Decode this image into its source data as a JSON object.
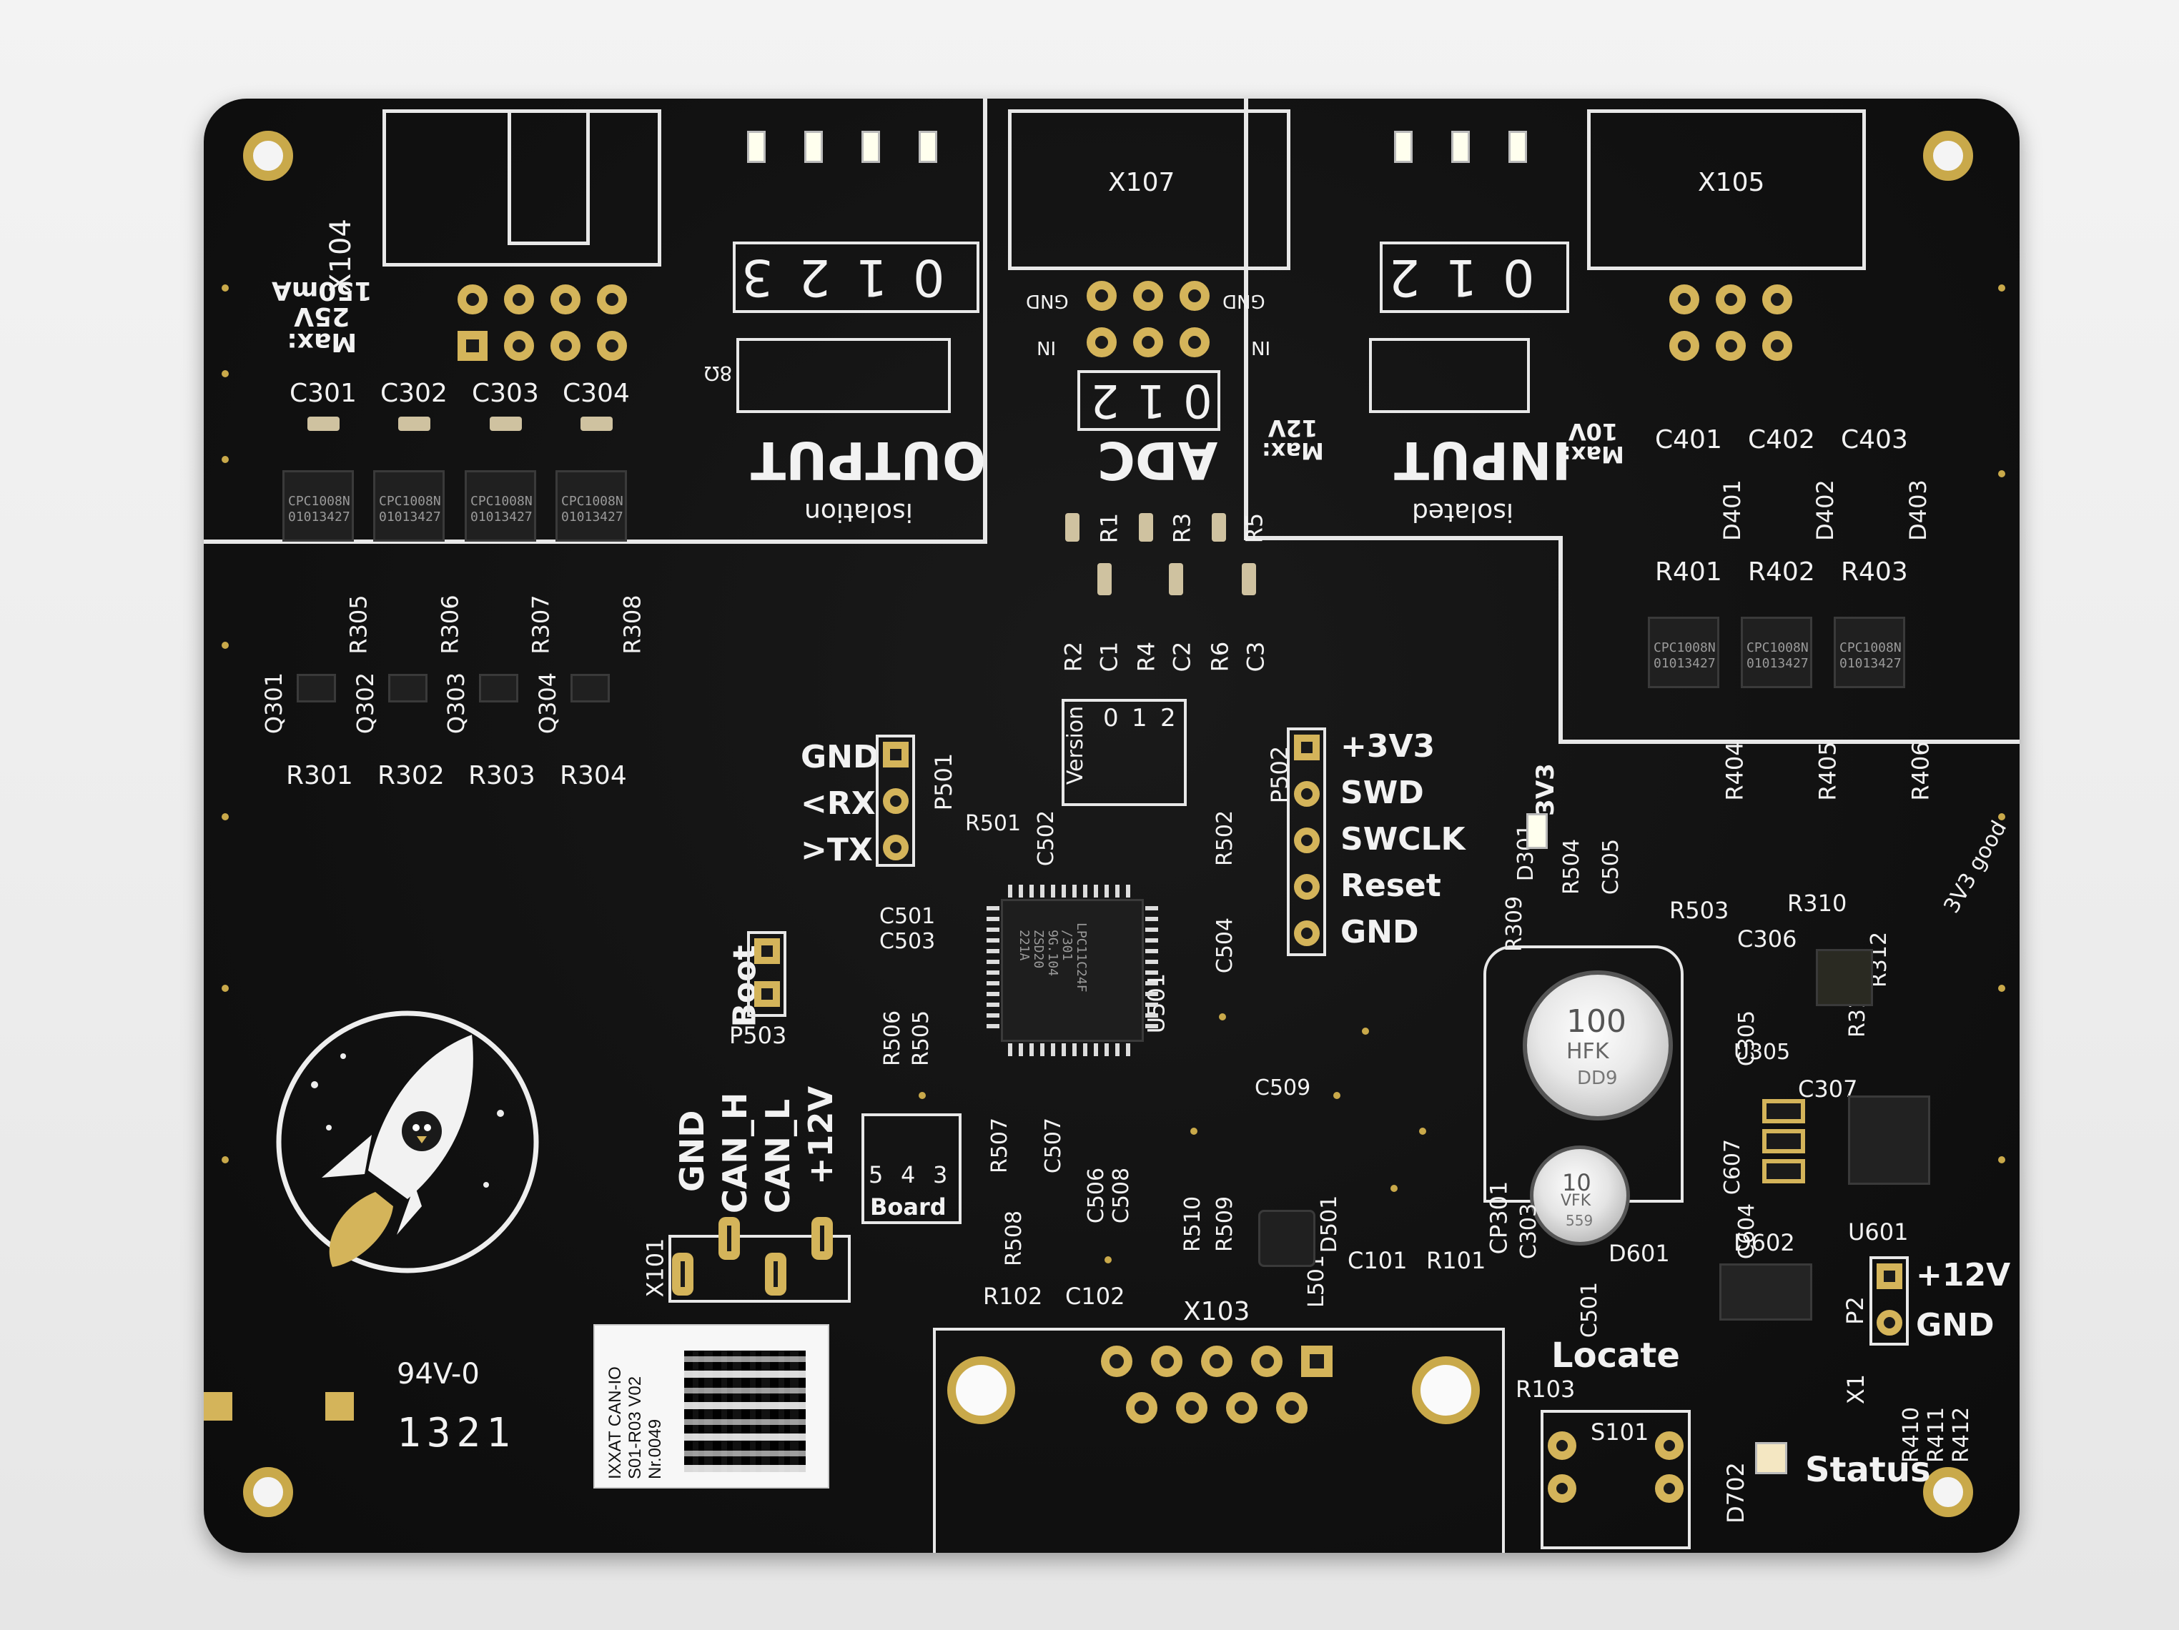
{
  "board": {
    "connectors": {
      "x104": "X104",
      "x107": "X107",
      "x105": "X105",
      "x103": "X103",
      "x101": "X101",
      "x1": "X1"
    },
    "max_ratings": {
      "left": [
        "Max:",
        "25V",
        "150mA"
      ],
      "adc": [
        "Max:",
        "12V"
      ],
      "input": [
        "Max:",
        "10V"
      ]
    },
    "sections": {
      "output": "OUTPUT",
      "output_sub": "isolation",
      "adc": "ADC",
      "input": "INPUT",
      "input_sub": "isolated"
    },
    "channel_numbers": {
      "output": [
        "3",
        "2",
        "1",
        "0"
      ],
      "adc": [
        "2",
        "1",
        "0"
      ],
      "input": [
        "2",
        "1",
        "0"
      ]
    },
    "adc_labels": {
      "gnd_left": "GND",
      "in_left": "IN",
      "gnd_right": "GND",
      "in_right": "IN"
    },
    "output_resistor": "8Ω",
    "capacitors_top": [
      "C301",
      "C302",
      "C303",
      "C304"
    ],
    "input_caps": [
      "C401",
      "C402",
      "C403"
    ],
    "input_diodes": [
      "D401",
      "D402",
      "D403"
    ],
    "input_resistors": [
      "R401",
      "R402",
      "R403"
    ],
    "input_resistors_low": [
      "R404",
      "R405",
      "R406"
    ],
    "output_resistors_mid": [
      "R305",
      "R306",
      "R307",
      "R308"
    ],
    "output_transistors": [
      "Q301",
      "Q302",
      "Q303",
      "Q304"
    ],
    "output_resistors_low": [
      "R301",
      "R302",
      "R303",
      "R304"
    ],
    "adc_parts_top": [
      "R1",
      "R3",
      "R5"
    ],
    "adc_parts_low": [
      "R2",
      "C1",
      "R4",
      "C2",
      "R6",
      "C3"
    ],
    "opto_ic_text": [
      "CPC1008N",
      "01013427"
    ],
    "uart": {
      "label": "P501",
      "pins": [
        "GND",
        "<RX",
        ">TX"
      ]
    },
    "swd": {
      "label": "P502",
      "pins": [
        "+3V3",
        "SWD",
        "SWCLK",
        "Reset",
        "GND"
      ]
    },
    "version": {
      "label": "Version",
      "bits": [
        "0",
        "1",
        "2"
      ]
    },
    "board_id": {
      "label": "Board",
      "bits": [
        "5",
        "4",
        "3"
      ]
    },
    "boot": {
      "label": "Boot",
      "ref": "P503"
    },
    "mcu": {
      "ref": "U501",
      "marking": [
        "LPC11C24F",
        "/301",
        "9G.104",
        "ZSD20",
        "221A"
      ]
    },
    "mcu_parts": [
      "R501",
      "C502",
      "C501",
      "C503",
      "R506",
      "R505",
      "R502",
      "C504",
      "R507",
      "C507",
      "C506",
      "C508",
      "R508",
      "R510",
      "R509",
      "D501",
      "C509",
      "L501"
    ],
    "power_parts": [
      "D301",
      "R504",
      "C505",
      "R309",
      "R503",
      "R310",
      "C306",
      "C305",
      "U305",
      "R311",
      "R312",
      "CP301",
      "C303",
      "C307",
      "C607",
      "C604",
      "C501",
      "D601",
      "D602",
      "U601",
      "R410",
      "R411",
      "R412"
    ],
    "caps_markings": {
      "big": [
        "100",
        "HFK",
        "DD9"
      ],
      "small": [
        "10",
        "VFK",
        "559"
      ]
    },
    "good_label": "3V3 good",
    "v33_label": "3V3",
    "can_pins": [
      "GND",
      "CAN_H",
      "CAN_L",
      "+12V"
    ],
    "power_pins": {
      "ref": "P2",
      "pins": [
        "+12V",
        "GND"
      ]
    },
    "misc_parts": [
      "C101",
      "R101",
      "R102",
      "C102",
      "R103",
      "S101",
      "D702"
    ],
    "locate": "Locate",
    "status": "Status",
    "flammability": "94V-0",
    "date_code": "1321",
    "sticker": [
      "IXXAT CAN-IO",
      "S01-R03 V02",
      "Nr.0049"
    ]
  }
}
